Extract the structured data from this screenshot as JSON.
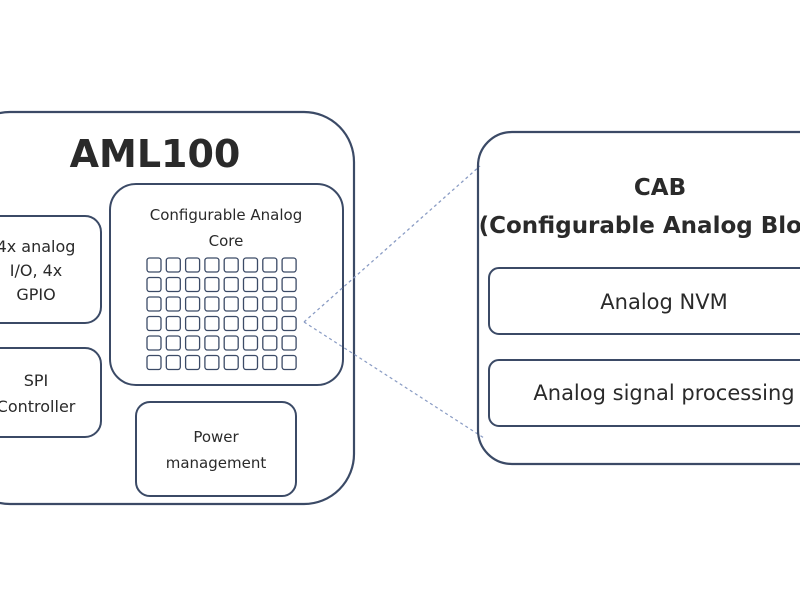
{
  "chip": {
    "title": "AML100",
    "io_block": {
      "line1": "4x  analog",
      "line2": "I/O, 4x",
      "line3": "GPIO"
    },
    "spi_block": {
      "line1": "SPI",
      "line2": "Controller"
    },
    "core_block": {
      "line1": "Configurable Analog",
      "line2": "Core",
      "grid_rows": 6,
      "grid_cols": 8
    },
    "power_block": {
      "line1": "Power",
      "line2": "management"
    }
  },
  "cab": {
    "title_line1": "CAB",
    "title_line2": "(Configurable Analog Block)",
    "nvm_label": "Analog NVM",
    "dsp_label": "Analog signal processing"
  },
  "colors": {
    "stroke": "#3b4a66",
    "connector": "#8a9cc4"
  }
}
